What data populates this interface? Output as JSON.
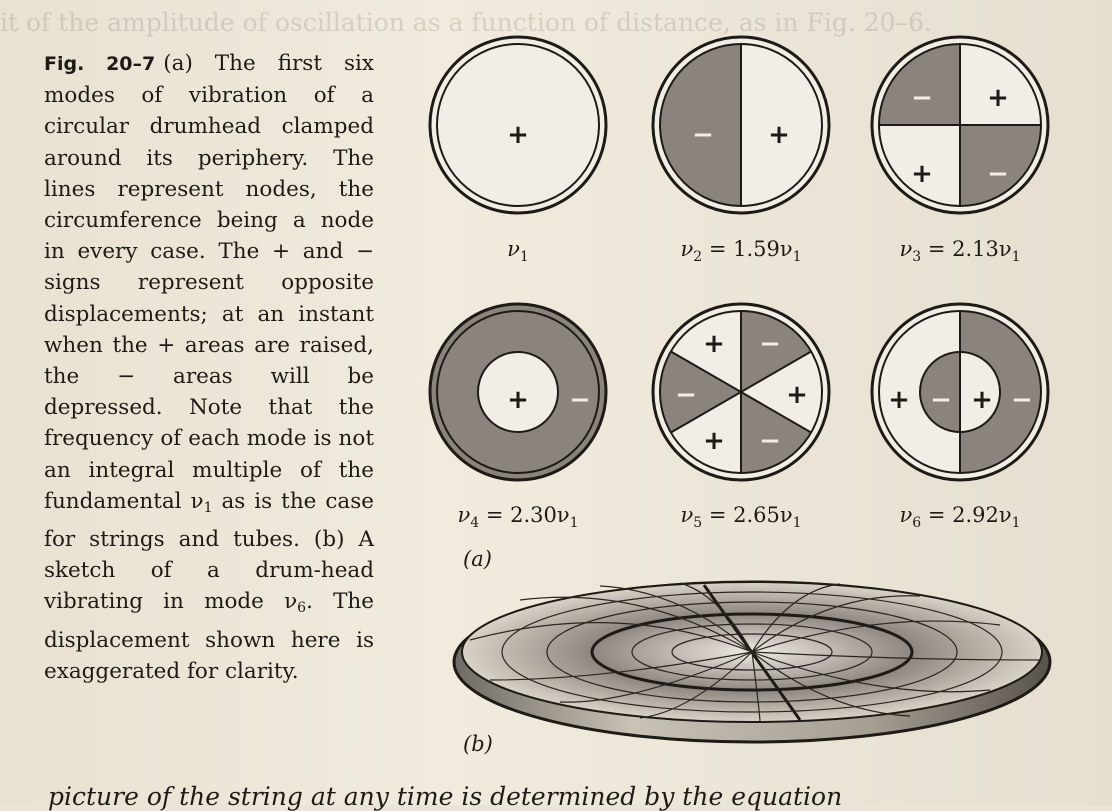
{
  "caption": {
    "figure_label": "Fig. 20–7",
    "text_a": "(a) The first six modes of vibration of a circular drumhead clamped around its periphery. The lines represent nodes, the circumference being a node in every case. The + and − signs represent opposite displacements; at an instant when the + areas are raised, the − areas will be depressed. Note that the frequency of each mode is not an integral multiple of the fundamental ",
    "nu_symbol": "ν",
    "nu_sub": "1",
    "text_b": " as is the case for strings and tubes. (b) A sketch of a drum-head vibrating in mode ",
    "nu6_sub": "6",
    "text_c": ". The displacement shown here is exaggerated for clarity."
  },
  "modes": [
    {
      "label": "ν1",
      "nu": "ν",
      "sub": "1",
      "ratio": ""
    },
    {
      "label": "ν2 = 1.59ν1",
      "nu": "ν",
      "sub": "2",
      "ratio": " = 1.59ν",
      "ratio_sub": "1"
    },
    {
      "label": "ν3 = 2.13ν1",
      "nu": "ν",
      "sub": "3",
      "ratio": " = 2.13ν",
      "ratio_sub": "1"
    },
    {
      "label": "ν4 = 2.30ν1",
      "nu": "ν",
      "sub": "4",
      "ratio": " = 2.30ν",
      "ratio_sub": "1"
    },
    {
      "label": "ν5 = 2.65ν1",
      "nu": "ν",
      "sub": "5",
      "ratio": " = 2.65ν",
      "ratio_sub": "1"
    },
    {
      "label": "ν6 = 2.92ν1",
      "nu": "ν",
      "sub": "6",
      "ratio": " = 2.92ν",
      "ratio_sub": "1"
    }
  ],
  "signs": {
    "plus": "+",
    "minus": "−"
  },
  "panel_labels": {
    "a": "(a)",
    "b": "(b)"
  },
  "bottom_text": "picture of the string at any time is determined by the equation",
  "colors": {
    "shade": "#8a847c",
    "paper": "#f1ebde",
    "ink": "#1e1b17"
  }
}
